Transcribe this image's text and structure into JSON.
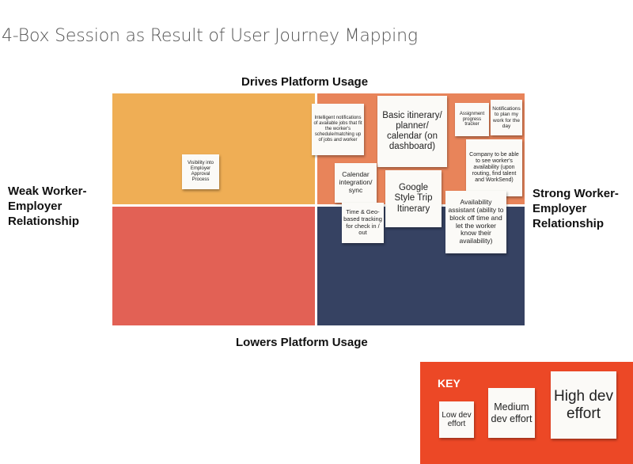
{
  "title": "4-Box Session as Result of User Journey Mapping",
  "axes": {
    "top": "Drives Platform Usage",
    "bottom": "Lowers Platform Usage",
    "left": "Weak Worker-\nEmployer\nRelationship",
    "right": "Strong Worker-\nEmployer\nRelationship"
  },
  "quadrants": {
    "top_left": "#efae55",
    "top_right": "#e8845a",
    "bottom_left": "#e26155",
    "bottom_right": "#364262"
  },
  "notes": {
    "visibility": "Visibility into Employer Approval Process",
    "intelligent": "Intelligent notifications of available jobs that fit the worker's schedule/matching up of jobs and worker",
    "basic_itinerary": "Basic itinerary/ planner/ calendar (on dashboard)",
    "assignment_progress": "Assignment progress tracker",
    "notifications_plan": "Notifications to plan my work for the day",
    "company_see": "Company to be able to see worker's availability (upon routing, find talent and WorkSend)",
    "calendar_sync": "Calendar integration/ sync",
    "google_trip": "Google Style Trip Itinerary",
    "time_geo": "Time & Geo-based tracking for check in / out",
    "availability_assistant": "Availability assistant (ability to block off time and let the worker know their availability)"
  },
  "key": {
    "title": "KEY",
    "low": "Low dev effort",
    "medium": "Medium dev effort",
    "high": "High dev effort",
    "color": "#ec4826"
  }
}
